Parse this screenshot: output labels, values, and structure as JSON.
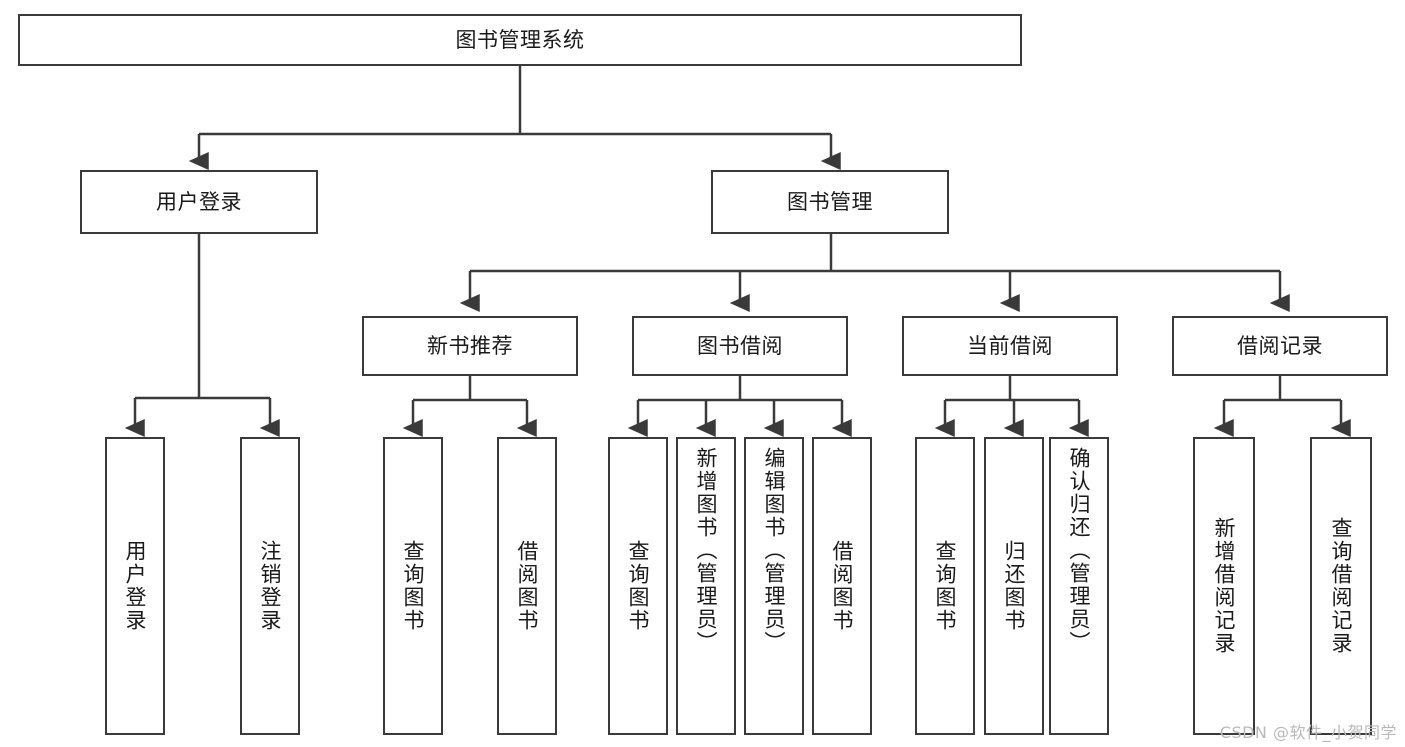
{
  "diagram": {
    "type": "tree-hierarchy-diagram",
    "title": "图书管理系统",
    "orientation": "top-down",
    "box_border_color": "#3a3a3a",
    "box_fill_color": "#ffffff",
    "background_color": "#ffffff",
    "levels": [
      {
        "level": 1,
        "nodes": [
          {
            "id": "root",
            "label": "图书管理系统",
            "text_direction": "horizontal"
          }
        ]
      },
      {
        "level": 2,
        "nodes": [
          {
            "id": "user-login",
            "label": "用户登录",
            "text_direction": "horizontal",
            "parent": "root"
          },
          {
            "id": "book-manage",
            "label": "图书管理",
            "text_direction": "horizontal",
            "parent": "root"
          }
        ]
      },
      {
        "level": 3,
        "nodes": [
          {
            "id": "new-book-recommend",
            "label": "新书推荐",
            "text_direction": "horizontal",
            "parent": "book-manage"
          },
          {
            "id": "book-borrow",
            "label": "图书借阅",
            "text_direction": "horizontal",
            "parent": "book-manage"
          },
          {
            "id": "current-borrow",
            "label": "当前借阅",
            "text_direction": "horizontal",
            "parent": "book-manage"
          },
          {
            "id": "borrow-record",
            "label": "借阅记录",
            "text_direction": "horizontal",
            "parent": "book-manage"
          }
        ]
      },
      {
        "level": 4,
        "nodes": [
          {
            "id": "leaf-user-login",
            "label": "用户登录",
            "text_direction": "vertical",
            "parent": "user-login"
          },
          {
            "id": "leaf-logout-login",
            "label": "注销登录",
            "text_direction": "vertical",
            "parent": "user-login"
          },
          {
            "id": "leaf-query-book-1",
            "label": "查询图书",
            "text_direction": "vertical",
            "parent": "new-book-recommend"
          },
          {
            "id": "leaf-borrow-book-1",
            "label": "借阅图书",
            "text_direction": "vertical",
            "parent": "new-book-recommend"
          },
          {
            "id": "leaf-query-book-2",
            "label": "查询图书",
            "text_direction": "vertical",
            "parent": "book-borrow"
          },
          {
            "id": "leaf-add-book",
            "label": "新增图书（管理员）",
            "text_direction": "vertical",
            "parent": "book-borrow"
          },
          {
            "id": "leaf-edit-book",
            "label": "编辑图书（管理员）",
            "text_direction": "vertical",
            "parent": "book-borrow"
          },
          {
            "id": "leaf-borrow-book-2",
            "label": "借阅图书",
            "text_direction": "vertical",
            "parent": "book-borrow"
          },
          {
            "id": "leaf-query-book-3",
            "label": "查询图书",
            "text_direction": "vertical",
            "parent": "current-borrow"
          },
          {
            "id": "leaf-return-book",
            "label": "归还图书",
            "text_direction": "vertical",
            "parent": "current-borrow"
          },
          {
            "id": "leaf-confirm-return",
            "label": "确认归还（管理员）",
            "text_direction": "vertical",
            "parent": "current-borrow"
          },
          {
            "id": "leaf-add-record",
            "label": "新增借阅记录",
            "text_direction": "vertical",
            "parent": "borrow-record"
          },
          {
            "id": "leaf-query-record",
            "label": "查询借阅记录",
            "text_direction": "vertical",
            "parent": "borrow-record"
          }
        ]
      }
    ]
  },
  "watermark": {
    "text": "CSDN @软件_小贺同学"
  }
}
